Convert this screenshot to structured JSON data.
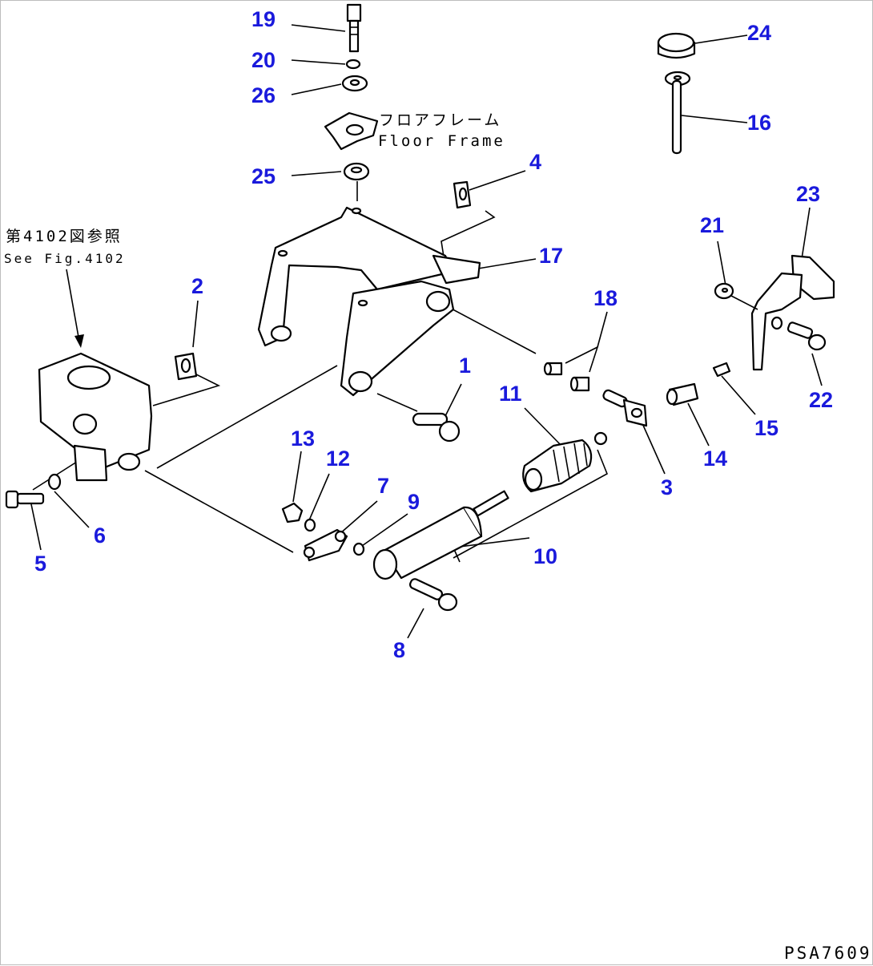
{
  "diagram": {
    "drawing_code": "PSA7609",
    "notes": {
      "floor_frame_jp": "フロアフレーム",
      "floor_frame_en": "Floor Frame",
      "see_fig_jp": "第4102図参照",
      "see_fig_en": "See Fig.4102"
    },
    "callouts": [
      {
        "id": "p1",
        "number": "1"
      },
      {
        "id": "p2",
        "number": "2"
      },
      {
        "id": "p3",
        "number": "3"
      },
      {
        "id": "p4",
        "number": "4"
      },
      {
        "id": "p5",
        "number": "5"
      },
      {
        "id": "p6",
        "number": "6"
      },
      {
        "id": "p7",
        "number": "7"
      },
      {
        "id": "p8",
        "number": "8"
      },
      {
        "id": "p9",
        "number": "9"
      },
      {
        "id": "p10",
        "number": "10"
      },
      {
        "id": "p11",
        "number": "11"
      },
      {
        "id": "p12",
        "number": "12"
      },
      {
        "id": "p13",
        "number": "13"
      },
      {
        "id": "p14",
        "number": "14"
      },
      {
        "id": "p15",
        "number": "15"
      },
      {
        "id": "p16",
        "number": "16"
      },
      {
        "id": "p17",
        "number": "17"
      },
      {
        "id": "p18",
        "number": "18"
      },
      {
        "id": "p19",
        "number": "19"
      },
      {
        "id": "p20",
        "number": "20"
      },
      {
        "id": "p21",
        "number": "21"
      },
      {
        "id": "p22",
        "number": "22"
      },
      {
        "id": "p23",
        "number": "23"
      },
      {
        "id": "p24",
        "number": "24"
      },
      {
        "id": "p25",
        "number": "25"
      },
      {
        "id": "p26",
        "number": "26"
      }
    ],
    "colors": {
      "callout": "#1a1adc",
      "line": "#000000",
      "background": "#ffffff"
    }
  }
}
